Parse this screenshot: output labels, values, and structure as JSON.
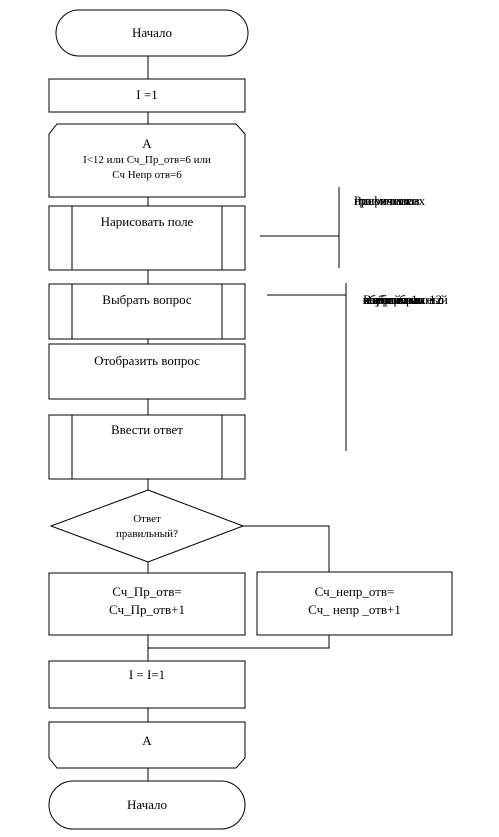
{
  "blocks": {
    "start": "Начало",
    "init": "I =1",
    "loop_label": "A",
    "loop_cond_1": "I<12  или  Сч_Пр_отв=6 или",
    "loop_cond_2": "Сч  Непр  отв=6",
    "draw_field": "Нарисовать поле",
    "choose_question": "Выбрать вопрос",
    "show_question": "Отобразить вопрос",
    "enter_answer": "Ввести ответ",
    "decision_1": "Ответ",
    "decision_2": "правильный?",
    "correct_1": "Сч_Пр_отв=",
    "correct_2": "Сч_Пр_отв+1",
    "wrong_1": "Сч_непр_отв=",
    "wrong_2": "Сч_ непр _отв+1",
    "increment": "I = I=1",
    "loop_end_label": "A",
    "end": "Начало"
  },
  "comments": {
    "draw_field": [
      "Рисование",
      "графических",
      "приметивов"
    ],
    "choose_question": [
      "Выбор",
      "случайным",
      "образом 1",
      "вопроса из",
      "выбранных 12",
      "и отметить его",
      "как выбранный"
    ]
  }
}
